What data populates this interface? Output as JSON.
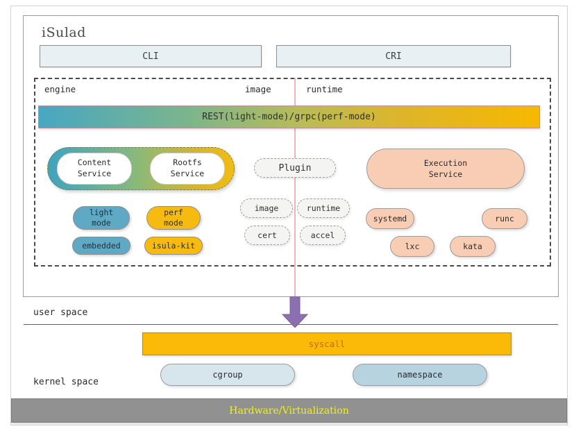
{
  "diagram": {
    "title": "iSulad",
    "interfaces": [
      {
        "name": "cli",
        "label": "CLI"
      },
      {
        "name": "cri",
        "label": "CRI"
      }
    ],
    "zones": [
      {
        "name": "engine",
        "label": "engine"
      },
      {
        "name": "image",
        "label": "image"
      },
      {
        "name": "runtime",
        "label": "runtime"
      }
    ],
    "transport_bar": {
      "label": "REST(light-mode)/grpc(perf-mode)",
      "gradient_from": "#47a7c2",
      "gradient_to": "#f7b800"
    },
    "service_capsule": {
      "items": [
        {
          "line1": "Content",
          "line2": "Service"
        },
        {
          "line1": "Rootfs",
          "line2": "Service"
        }
      ]
    },
    "plugins": {
      "main_label": "Plugin",
      "items": [
        {
          "label": "image"
        },
        {
          "label": "runtime"
        },
        {
          "label": "cert"
        },
        {
          "label": "accel"
        }
      ]
    },
    "execution_service": {
      "line1": "Execution",
      "line2": "Service",
      "color": "#f9cdb4"
    },
    "modes": [
      {
        "line1": "light",
        "line2": "mode",
        "color": "#5fa9c4"
      },
      {
        "line1": "perf",
        "line2": "mode",
        "color": "#f7ba11"
      },
      {
        "line1": "embedded",
        "line2": "",
        "color": "#5fa9c4"
      },
      {
        "line1": "isula-kit",
        "line2": "",
        "color": "#f7ba11"
      }
    ],
    "runtimes": [
      {
        "label": "systemd"
      },
      {
        "label": "runc"
      },
      {
        "label": "lxc"
      },
      {
        "label": "kata"
      }
    ],
    "spaces": {
      "user": "user space",
      "kernel": "kernel space",
      "divider_color": "#a04050"
    },
    "arrow": {
      "name": "down-arrow",
      "color": "#8b6fb0"
    },
    "syscall": {
      "label": "syscall",
      "background": "#fbb908",
      "text_color": "#c46a1e"
    },
    "kernel_objects": [
      {
        "label": "cgroup",
        "color": "#d7e6ed"
      },
      {
        "label": "namespace",
        "color": "#b7d3e0"
      }
    ],
    "hardware": {
      "label": "Hardware/Virtualization",
      "background": "#919191",
      "text_color": "#f3f30c"
    }
  }
}
